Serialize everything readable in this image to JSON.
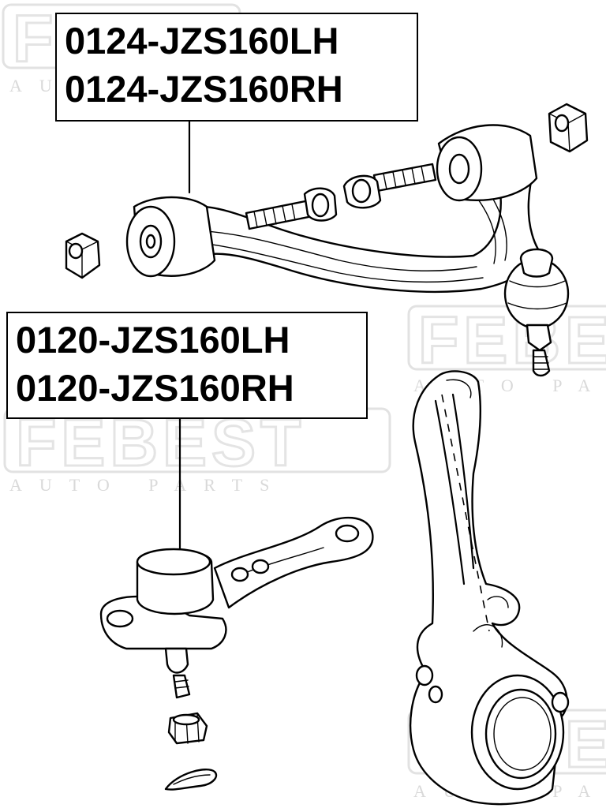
{
  "labels": {
    "upper_arm": {
      "left": "0124-JZS160LH",
      "right": "0124-JZS160RH"
    },
    "ball_joint": {
      "left": "0120-JZS160LH",
      "right": "0120-JZS160RH"
    }
  },
  "watermark": {
    "brand": "FEBEST",
    "tagline": "AUTO PARTS"
  },
  "colors": {
    "ink": "#000000",
    "watermark": "#e2e2e2",
    "background": "#ffffff"
  }
}
